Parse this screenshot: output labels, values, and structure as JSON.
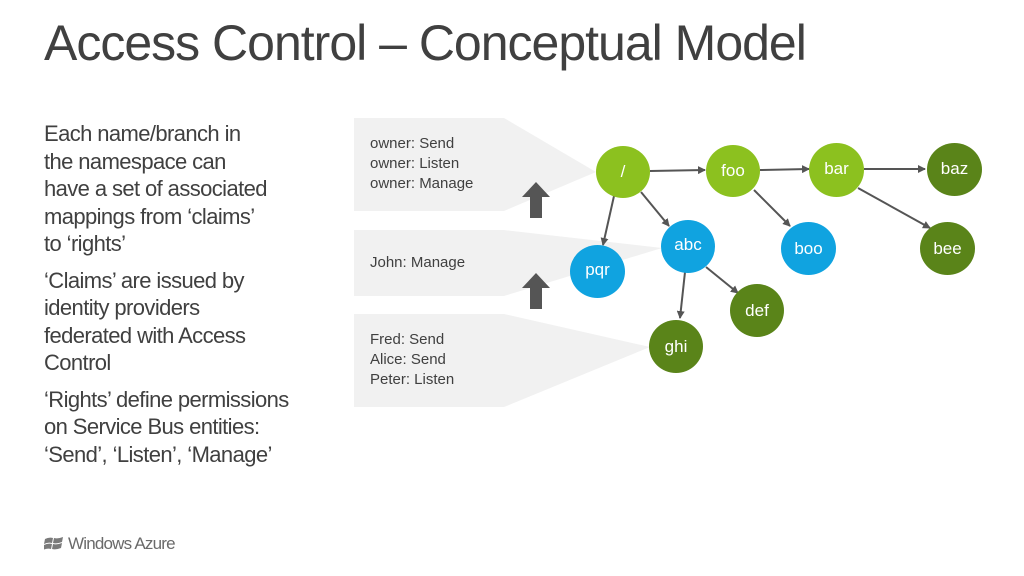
{
  "slide": {
    "title": "Access Control – Conceptual Model"
  },
  "bullets": [
    [
      "Each name/branch in",
      "the namespace can",
      "have a set of associated",
      "mappings from ‘claims’",
      "to ‘rights’"
    ],
    [
      "‘Claims’ are issued by",
      "identity providers",
      "federated with Access",
      "Control"
    ],
    [
      "‘Rights’ define permissions",
      "on Service Bus entities:",
      "‘Send’, ‘Listen’, ‘Manage’"
    ]
  ],
  "rights_boxes": {
    "owner": [
      "owner: Send",
      "owner: Listen",
      "owner: Manage"
    ],
    "john": [
      "John: Manage"
    ],
    "fred": [
      "Fred: Send",
      "Alice: Send",
      "Peter: Listen"
    ]
  },
  "tree": {
    "nodes": {
      "root": "/",
      "foo": "foo",
      "bar": "bar",
      "baz": "baz",
      "boo": "boo",
      "bee": "bee",
      "abc": "abc",
      "pqr": "pqr",
      "def": "def",
      "ghi": "ghi"
    }
  },
  "colors": {
    "lime": "#8cc11f",
    "cyan": "#10a3e0",
    "dark_green": "#5a8419",
    "text": "#404040",
    "box_bg": "#f1f1f1",
    "arrow": "#555555"
  },
  "footer": {
    "brand": "Windows Azure",
    "logo_icon": "windows-flag-icon"
  }
}
